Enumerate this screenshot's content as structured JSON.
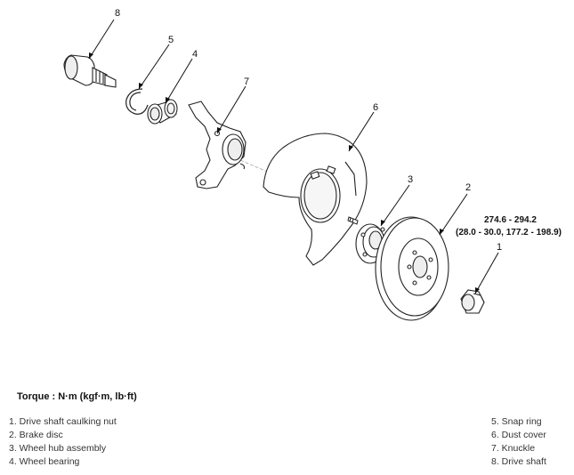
{
  "callouts": {
    "c1": "1",
    "c2": "2",
    "c3": "3",
    "c4": "4",
    "c5": "5",
    "c6": "6",
    "c7": "7",
    "c8": "8"
  },
  "torque_spec": {
    "line1": "274.6 - 294.2",
    "line2": "(28.0 - 30.0, 177.2 - 198.9)"
  },
  "torque_title": "Torque : N·m (kgf·m, lb·ft)",
  "legend": {
    "left": [
      "1. Drive shaft caulking nut",
      "2. Brake disc",
      "3. Wheel hub assembly",
      "4. Wheel bearing"
    ],
    "right": [
      "5. Snap ring",
      "6. Dust cover",
      "7. Knuckle",
      "8. Drive shaft"
    ]
  }
}
